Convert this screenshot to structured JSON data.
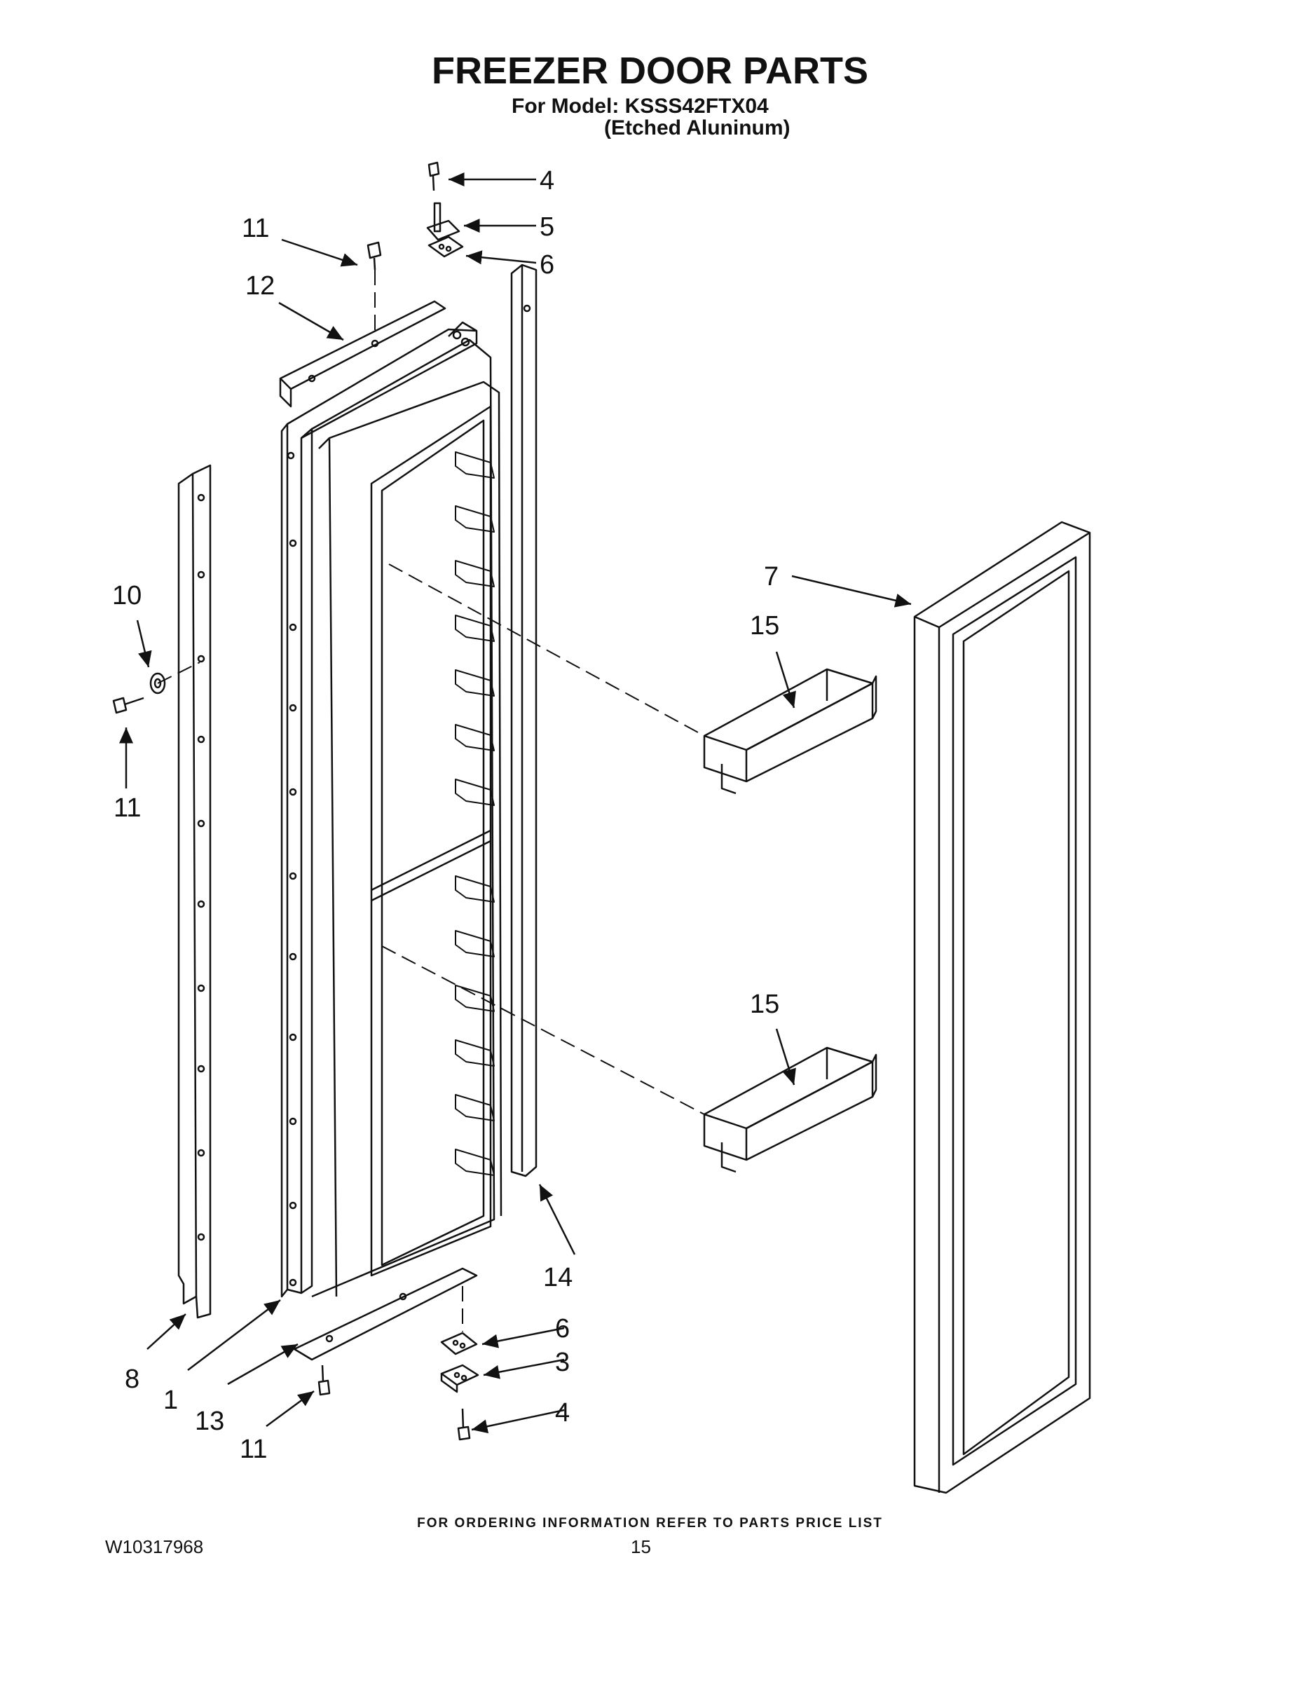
{
  "header": {
    "title": "FREEZER DOOR PARTS",
    "model_line": "For Model: KSSS42FTX04",
    "finish_line": "(Etched Aluninum)"
  },
  "callouts": {
    "c4_top": "4",
    "c5": "5",
    "c6_top": "6",
    "c11_top": "11",
    "c12": "12",
    "c7": "7",
    "c15_top": "15",
    "c10": "10",
    "c11_mid": "11",
    "c15_bottom": "15",
    "c14": "14",
    "c6_bottom": "6",
    "c3": "3",
    "c4_bottom": "4",
    "c8": "8",
    "c1": "1",
    "c13": "13",
    "c11_bottom": "11"
  },
  "footer": {
    "ordering_note": "FOR ORDERING INFORMATION REFER TO PARTS PRICE LIST",
    "document_number": "W10317968",
    "page_number": "15"
  }
}
